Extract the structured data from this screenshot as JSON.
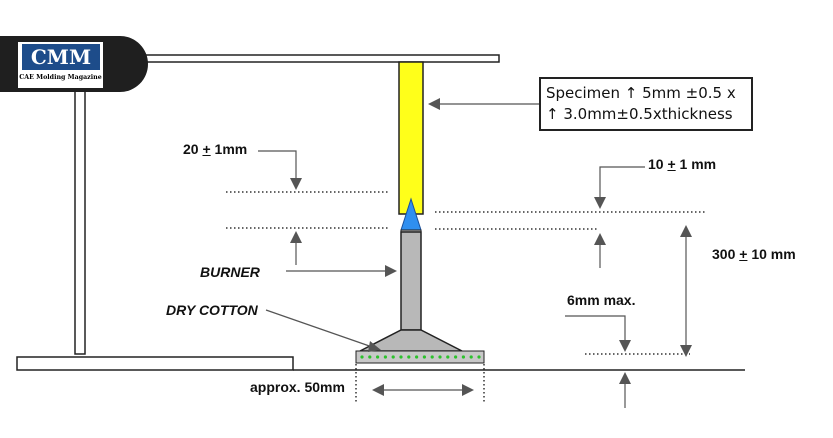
{
  "logo": {
    "title": "CMM",
    "subtitle": "CAE Molding Magazine"
  },
  "specimen": {
    "line1": "Specimen ↑ 5mm ±0.5 x",
    "line2": "↑ 3.0mm±0.5xthickness"
  },
  "labels": {
    "flame_height": {
      "value": "20",
      "pm": "+",
      "rest": " 1mm"
    },
    "gap": {
      "value": "10",
      "pm": "+",
      "rest": " 1 mm"
    },
    "total_height": {
      "value": "300",
      "pm": "+",
      "rest": " 10 mm"
    },
    "burner": "BURNER",
    "dry_cotton": "DRY COTTON",
    "max_gap": "6mm max.",
    "cotton_width": "approx. 50mm"
  },
  "colors": {
    "specimen_fill": "#ffff1a",
    "flame_fill": "#2f8ff0",
    "burner_fill": "#b8b8b8",
    "cotton_fill": "#c8c8c8",
    "cotton_dots": "#2cc12c",
    "badge_bg": "#1f1f1f",
    "logo_bg": "#1d4c8a"
  }
}
